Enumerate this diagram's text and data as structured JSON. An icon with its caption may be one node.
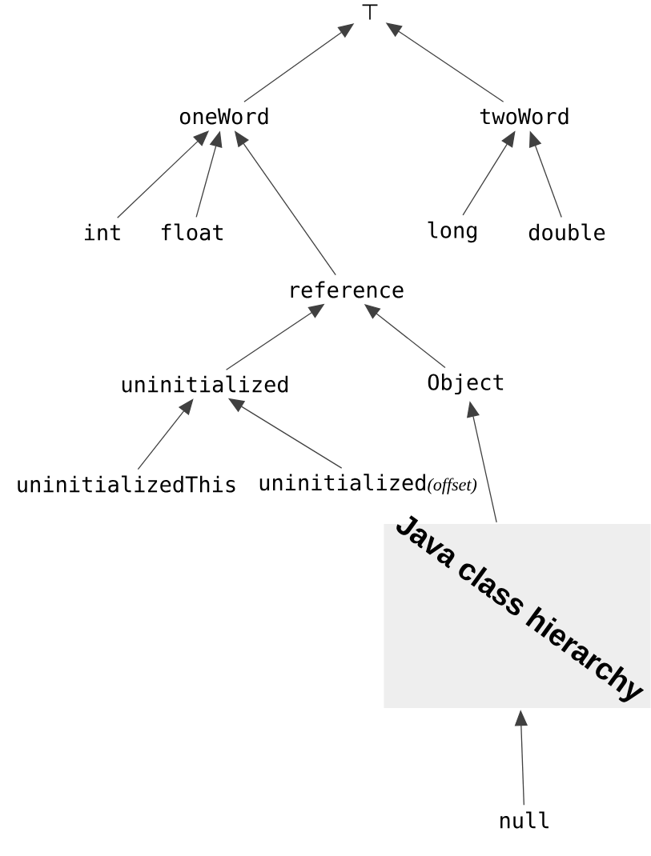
{
  "diagram": {
    "nodes": [
      {
        "text": [
          "⊤"
        ]
      },
      {
        "text": [
          "oneWord"
        ]
      },
      {
        "text": [
          "twoWord"
        ]
      },
      {
        "text": [
          "int"
        ]
      },
      {
        "text": [
          "float"
        ]
      },
      {
        "text": [
          "long"
        ]
      },
      {
        "text": [
          "double"
        ]
      },
      {
        "text": [
          "reference"
        ]
      },
      {
        "text": [
          "uninitialized"
        ]
      },
      {
        "text": [
          "Object"
        ]
      },
      {
        "text": [
          "uninitializedThis"
        ]
      },
      {
        "text": [
          "uninitialized",
          "(offset)"
        ]
      },
      {
        "text": [
          "Java class hierarchy"
        ]
      },
      {
        "text": [
          "null"
        ]
      }
    ],
    "edges": [
      {
        "from": 1,
        "to": 0,
        "arrow": "to"
      },
      {
        "from": 2,
        "to": 0,
        "arrow": "to"
      },
      {
        "from": 3,
        "to": 1,
        "arrow": "to"
      },
      {
        "from": 4,
        "to": 1,
        "arrow": "to"
      },
      {
        "from": 7,
        "to": 1,
        "arrow": "to"
      },
      {
        "from": 5,
        "to": 2,
        "arrow": "to"
      },
      {
        "from": 6,
        "to": 2,
        "arrow": "to"
      },
      {
        "from": 8,
        "to": 7,
        "arrow": "to"
      },
      {
        "from": 9,
        "to": 7,
        "arrow": "to"
      },
      {
        "from": 10,
        "to": 8,
        "arrow": "to"
      },
      {
        "from": 11,
        "to": 8,
        "arrow": "to"
      },
      {
        "from": 12,
        "to": 9,
        "arrow": "to"
      },
      {
        "from": 13,
        "to": 12,
        "arrow": "to"
      }
    ]
  }
}
